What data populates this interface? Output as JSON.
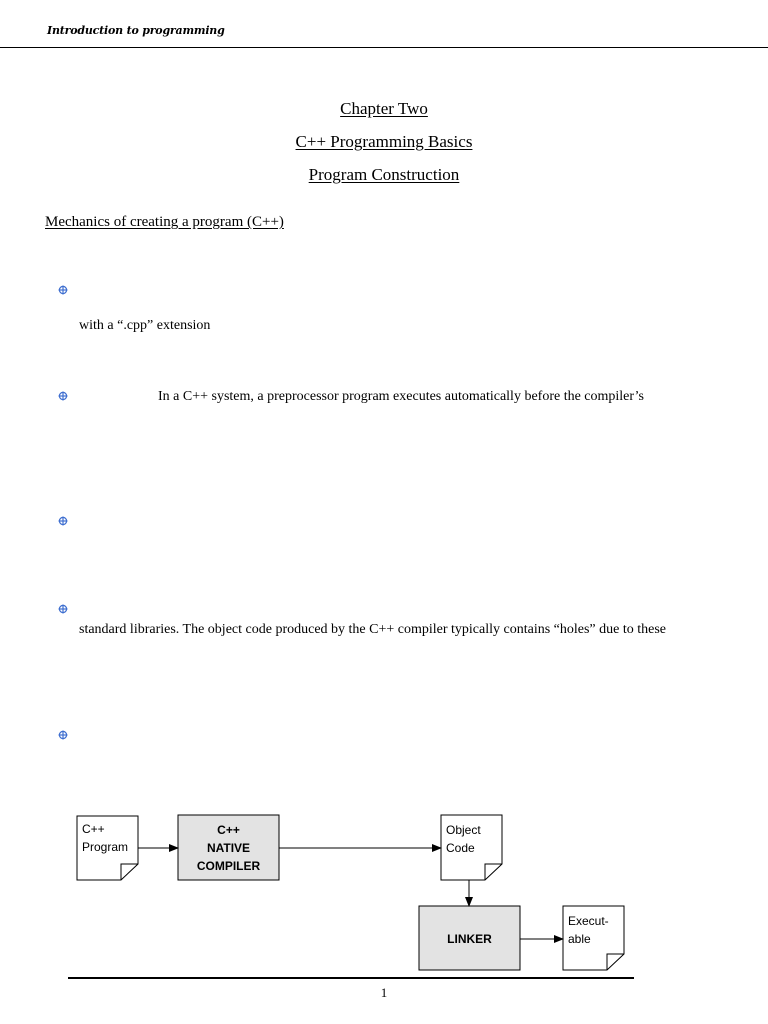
{
  "header": {
    "running_title": "Introduction to programming"
  },
  "titles": {
    "chapter": "Chapter Two",
    "subject": "C++ Programming Basics",
    "section": "Program Construction"
  },
  "section_heading": "Mechanics of creating a program (C++)",
  "paragraphs": {
    "p1_line2": "with a “.cpp” extension",
    "p2_line1": "In a C++ system, a preprocessor program executes automatically before the compiler’s",
    "p4_line2": "standard libraries. The object code produced by the C++ compiler typically contains “holes” due to these"
  },
  "diagram": {
    "cpp_program": [
      "C++",
      "Program"
    ],
    "compiler": [
      "C++",
      "NATIVE",
      "COMPILER"
    ],
    "object_code": [
      "Object",
      "Code"
    ],
    "linker": "LINKER",
    "executable": [
      "Execut-",
      "able"
    ],
    "colors": {
      "process_fill": "#e3e3e3",
      "outline": "#000000"
    }
  },
  "footer": {
    "page_number": "1"
  },
  "bullet_color": "#3f6fd0"
}
